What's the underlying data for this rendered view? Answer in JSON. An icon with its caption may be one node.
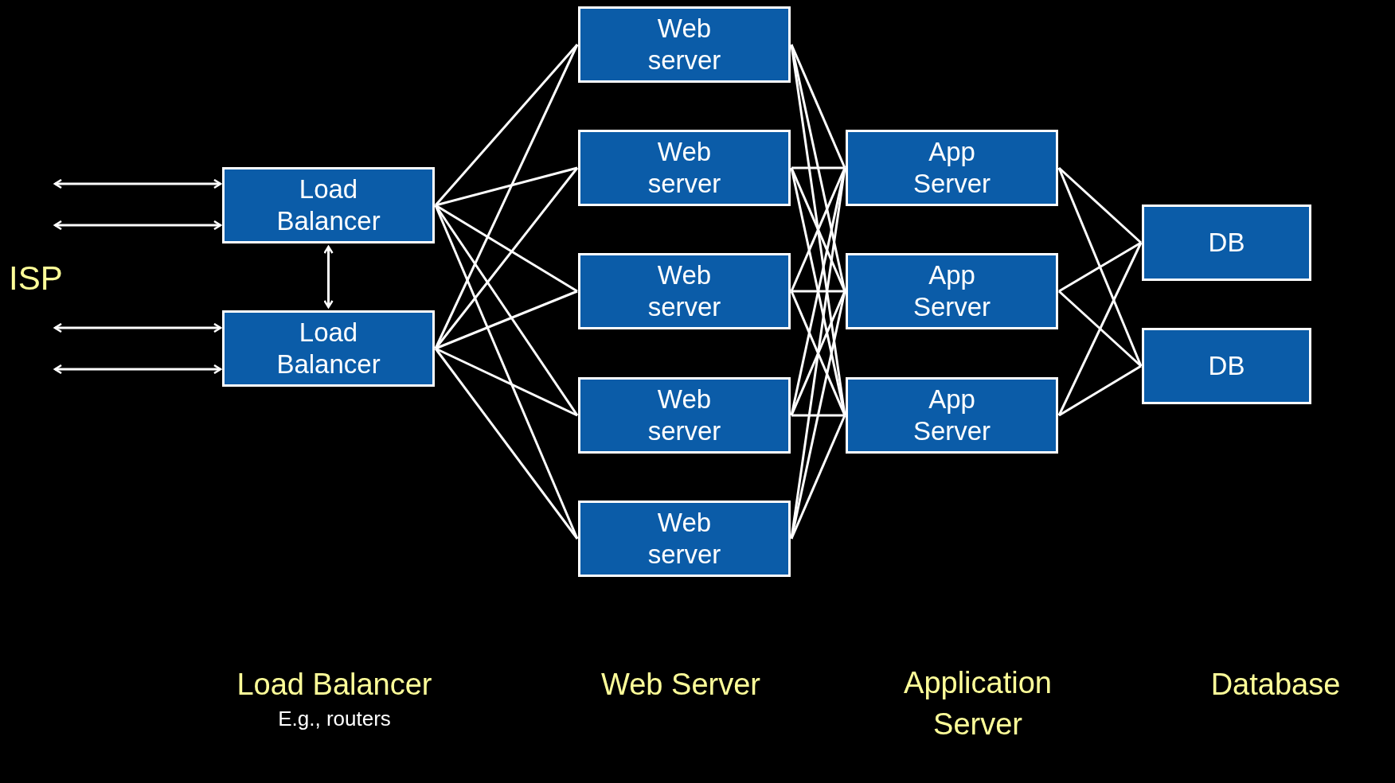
{
  "diagram": {
    "nodes": [
      {
        "text": [
          "Load Balancer"
        ]
      },
      {
        "text": [
          "Load Balancer"
        ]
      },
      {
        "text": [
          "Web server"
        ]
      },
      {
        "text": [
          "Web server"
        ]
      },
      {
        "text": [
          "Web server"
        ]
      },
      {
        "text": [
          "Web server"
        ]
      },
      {
        "text": [
          "Web server"
        ]
      },
      {
        "text": [
          "App Server"
        ]
      },
      {
        "text": [
          "App Server"
        ]
      },
      {
        "text": [
          "App Server"
        ]
      },
      {
        "text": [
          "DB"
        ]
      },
      {
        "text": [
          "DB"
        ]
      }
    ],
    "edges": [
      {
        "from": null,
        "to": 0,
        "arrow": "both"
      },
      {
        "from": null,
        "to": 0,
        "arrow": "both"
      },
      {
        "from": null,
        "to": 1,
        "arrow": "both"
      },
      {
        "from": null,
        "to": 1,
        "arrow": "both"
      },
      {
        "from": 0,
        "to": 1,
        "arrow": "both"
      },
      {
        "from": 0,
        "to": 2,
        "arrow": "none"
      },
      {
        "from": 0,
        "to": 3,
        "arrow": "none"
      },
      {
        "from": 0,
        "to": 4,
        "arrow": "none"
      },
      {
        "from": 0,
        "to": 5,
        "arrow": "none"
      },
      {
        "from": 0,
        "to": 6,
        "arrow": "none"
      },
      {
        "from": 1,
        "to": 2,
        "arrow": "none"
      },
      {
        "from": 1,
        "to": 3,
        "arrow": "none"
      },
      {
        "from": 1,
        "to": 4,
        "arrow": "none"
      },
      {
        "from": 1,
        "to": 5,
        "arrow": "none"
      },
      {
        "from": 1,
        "to": 6,
        "arrow": "none"
      },
      {
        "from": 2,
        "to": 7,
        "arrow": "none"
      },
      {
        "from": 2,
        "to": 8,
        "arrow": "none"
      },
      {
        "from": 2,
        "to": 9,
        "arrow": "none"
      },
      {
        "from": 3,
        "to": 7,
        "arrow": "none"
      },
      {
        "from": 3,
        "to": 8,
        "arrow": "none"
      },
      {
        "from": 3,
        "to": 9,
        "arrow": "none"
      },
      {
        "from": 4,
        "to": 7,
        "arrow": "none"
      },
      {
        "from": 4,
        "to": 8,
        "arrow": "none"
      },
      {
        "from": 4,
        "to": 9,
        "arrow": "none"
      },
      {
        "from": 5,
        "to": 7,
        "arrow": "none"
      },
      {
        "from": 5,
        "to": 8,
        "arrow": "none"
      },
      {
        "from": 5,
        "to": 9,
        "arrow": "none"
      },
      {
        "from": 6,
        "to": 7,
        "arrow": "none"
      },
      {
        "from": 6,
        "to": 8,
        "arrow": "none"
      },
      {
        "from": 6,
        "to": 9,
        "arrow": "none"
      },
      {
        "from": 7,
        "to": 10,
        "arrow": "none"
      },
      {
        "from": 7,
        "to": 11,
        "arrow": "none"
      },
      {
        "from": 8,
        "to": 10,
        "arrow": "none"
      },
      {
        "from": 8,
        "to": 11,
        "arrow": "none"
      },
      {
        "from": 9,
        "to": 10,
        "arrow": "none"
      },
      {
        "from": 9,
        "to": 11,
        "arrow": "none"
      }
    ],
    "labels": [
      "ISP",
      "Load Balancer",
      "E.g., routers",
      "Web Server",
      "Application Server",
      "Database"
    ]
  }
}
